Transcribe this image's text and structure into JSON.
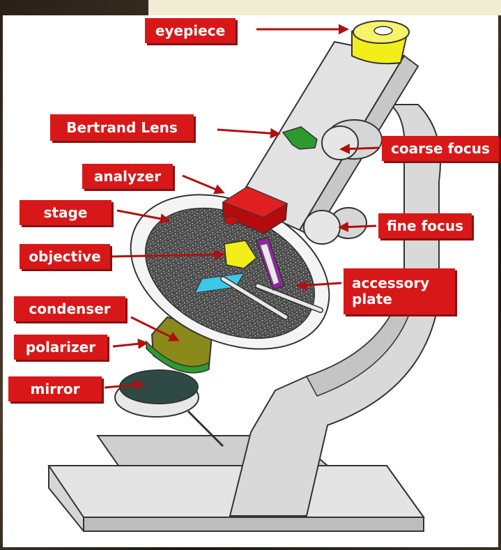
{
  "labels": {
    "eyepiece": "eyepiece",
    "bertrand_lens": "Bertrand Lens",
    "analyzer": "analyzer",
    "stage": "stage",
    "objective": "objective",
    "condenser": "condenser",
    "polarizer": "polarizer",
    "mirror": "mirror",
    "coarse_focus": "coarse focus",
    "fine_focus": "fine focus",
    "accessory_plate_line1": "accessory",
    "accessory_plate_line2": "plate"
  },
  "colors": {
    "label_background": "#d81818",
    "label_text": "#ffffff",
    "arrow": "#b01010",
    "body": "#d9d9d9",
    "eyepiece": "#f2ee1a",
    "analyzer": "#c41010",
    "bertrand_lens": "#2e9a2e",
    "objective": "#f2ee1a",
    "condenser": "#8a8a1a",
    "polarizer": "#2e9a2e",
    "accessory_plate": "#8a2a9a",
    "mirror": "#2f4a44"
  }
}
